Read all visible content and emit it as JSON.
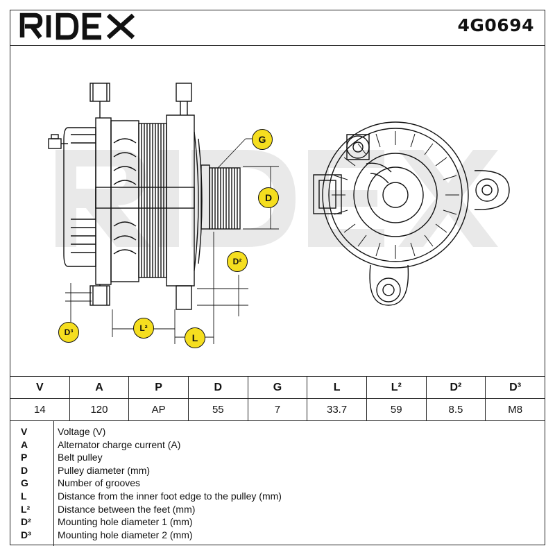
{
  "header": {
    "brand": "RIDEX",
    "part_number": "4G0694"
  },
  "badges": {
    "g": "G",
    "d": "D",
    "d2": "D²",
    "d3": "D³",
    "l2": "L²",
    "l": "L"
  },
  "table": {
    "headers": [
      "V",
      "A",
      "P",
      "D",
      "G",
      "L",
      "L²",
      "D²",
      "D³"
    ],
    "values": [
      "14",
      "120",
      "AP",
      "55",
      "7",
      "33.7",
      "59",
      "8.5",
      "M8"
    ]
  },
  "legend": [
    {
      "key": "V",
      "text": "Voltage (V)"
    },
    {
      "key": "A",
      "text": "Alternator charge current (A)"
    },
    {
      "key": "P",
      "text": "Belt pulley"
    },
    {
      "key": "D",
      "text": "Pulley diameter (mm)"
    },
    {
      "key": "G",
      "text": "Number of grooves"
    },
    {
      "key": "L",
      "text": "Distance from the inner foot edge to the pulley (mm)"
    },
    {
      "key": "L²",
      "text": "Distance between the feet (mm)"
    },
    {
      "key": "D²",
      "text": "Mounting hole diameter 1 (mm)"
    },
    {
      "key": "D³",
      "text": "Mounting hole diameter 2 (mm)"
    }
  ],
  "colors": {
    "badge_fill": "#f5de1f",
    "line": "#111111",
    "watermark": "#e6e6e6"
  }
}
